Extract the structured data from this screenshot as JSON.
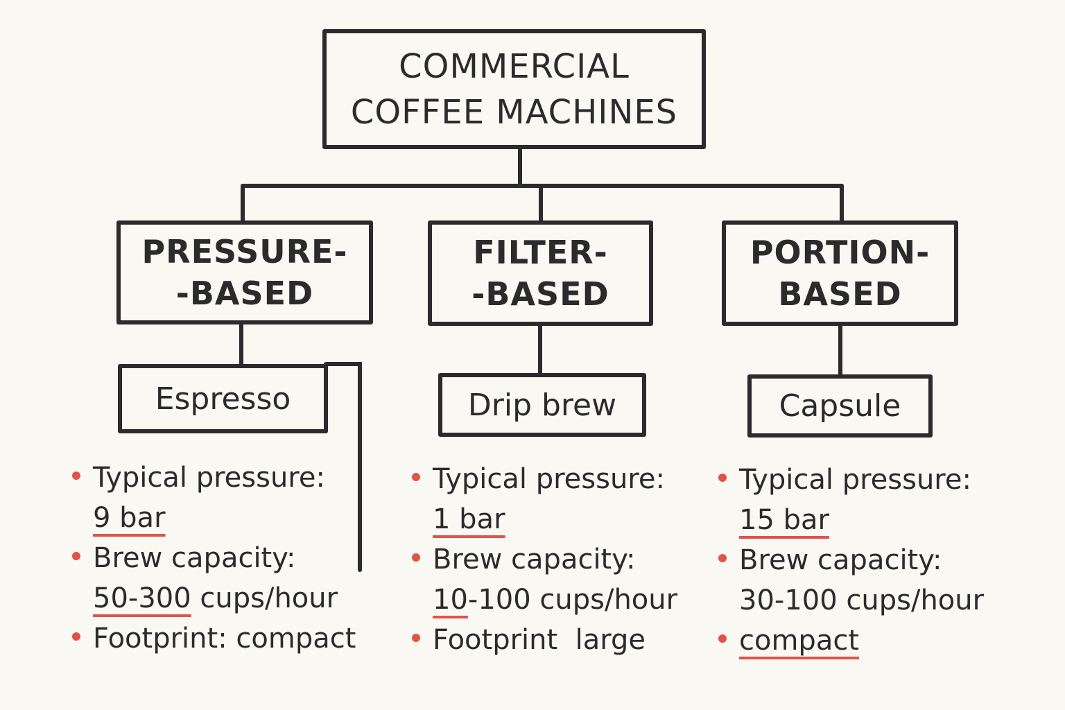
{
  "diagram": {
    "root": {
      "line1": "COMMERCIAL",
      "line2": "COFFEE MACHINES"
    },
    "categories": [
      {
        "line1": "PRESSURE-",
        "line2": "-BASED",
        "example": "Espresso",
        "details": {
          "pressure_label": "Typical pressure:",
          "pressure_value": "9 bar",
          "capacity_label": "Brew capacity:",
          "capacity_range": "50-300",
          "capacity_unit": "cups/hour",
          "footprint_label": "Footprint:",
          "footprint_value": "compact"
        }
      },
      {
        "line1": "FILTER-",
        "line2": "-BASED",
        "example": "Drip brew",
        "details": {
          "pressure_label": "Typical pressure:",
          "pressure_value": "1 bar",
          "capacity_label": "Brew capacity:",
          "capacity_range_underlined": "10",
          "capacity_range_rest": "-100",
          "capacity_unit": "cups/hour",
          "footprint_label": "Footprint",
          "footprint_value": "large"
        }
      },
      {
        "line1": "PORTION-",
        "line2": "BASED",
        "example": "Capsule",
        "details": {
          "pressure_label": "Typical pressure:",
          "pressure_value": "15 bar",
          "capacity_label": "Brew capacity:",
          "capacity_range": "30-100",
          "capacity_unit": "cups/hour",
          "footprint_value": "compact"
        }
      }
    ],
    "colors": {
      "ink": "#2b2b2b",
      "accent": "#e0534a",
      "background": "#faf8f3"
    }
  }
}
